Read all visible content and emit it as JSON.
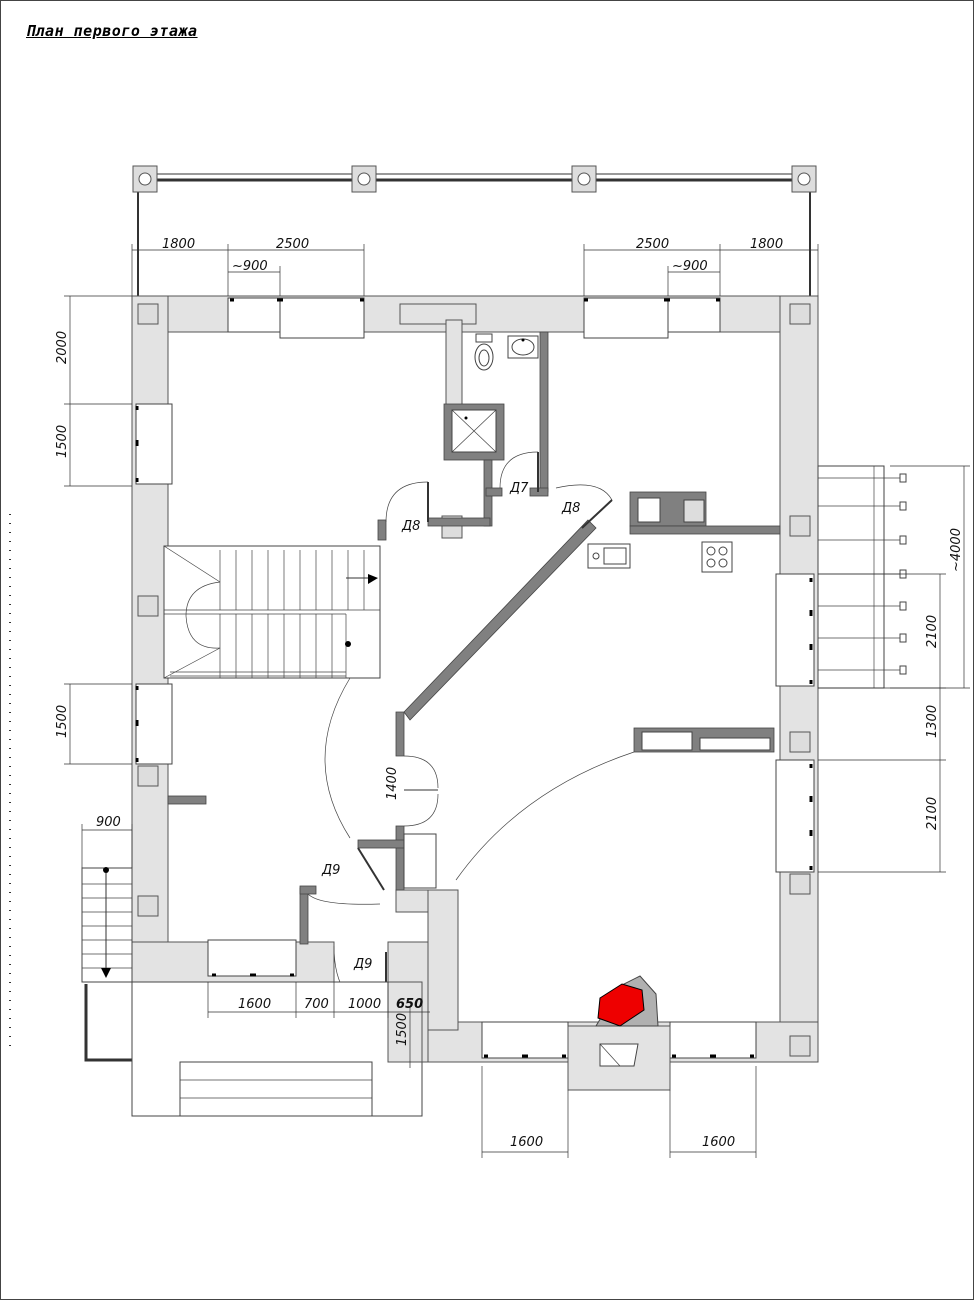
{
  "title": "План первого этажа",
  "dimensions": {
    "top_left_1800": "1800",
    "top_left_2500": "2500",
    "top_left_900": "~900",
    "top_right_2500": "2500",
    "top_right_1800": "1800",
    "top_right_900": "~900",
    "left_2000": "2000",
    "left_1500_upper": "1500",
    "left_1500_lower": "1500",
    "left_900": "900",
    "bottom_1600": "1600",
    "bottom_700": "700",
    "bottom_1000": "1000",
    "bottom_650": "650",
    "bottom_1500": "1500",
    "bottom_1600_mid": "1600",
    "bottom_1600_right": "1600",
    "right_4000": "~4000",
    "right_2100_upper": "2100",
    "right_1300": "1300",
    "right_2100_lower": "2100",
    "interior_1400": "1400"
  },
  "door_labels": {
    "d8_left": "Д8",
    "d7": "Д7",
    "d8_right": "Д8",
    "d9_left": "Д9",
    "d9_entry": "Д9"
  },
  "colors": {
    "wall_fill": "#e3e3e3",
    "partition_fill": "#808080",
    "stove_red": "#ee0000"
  }
}
